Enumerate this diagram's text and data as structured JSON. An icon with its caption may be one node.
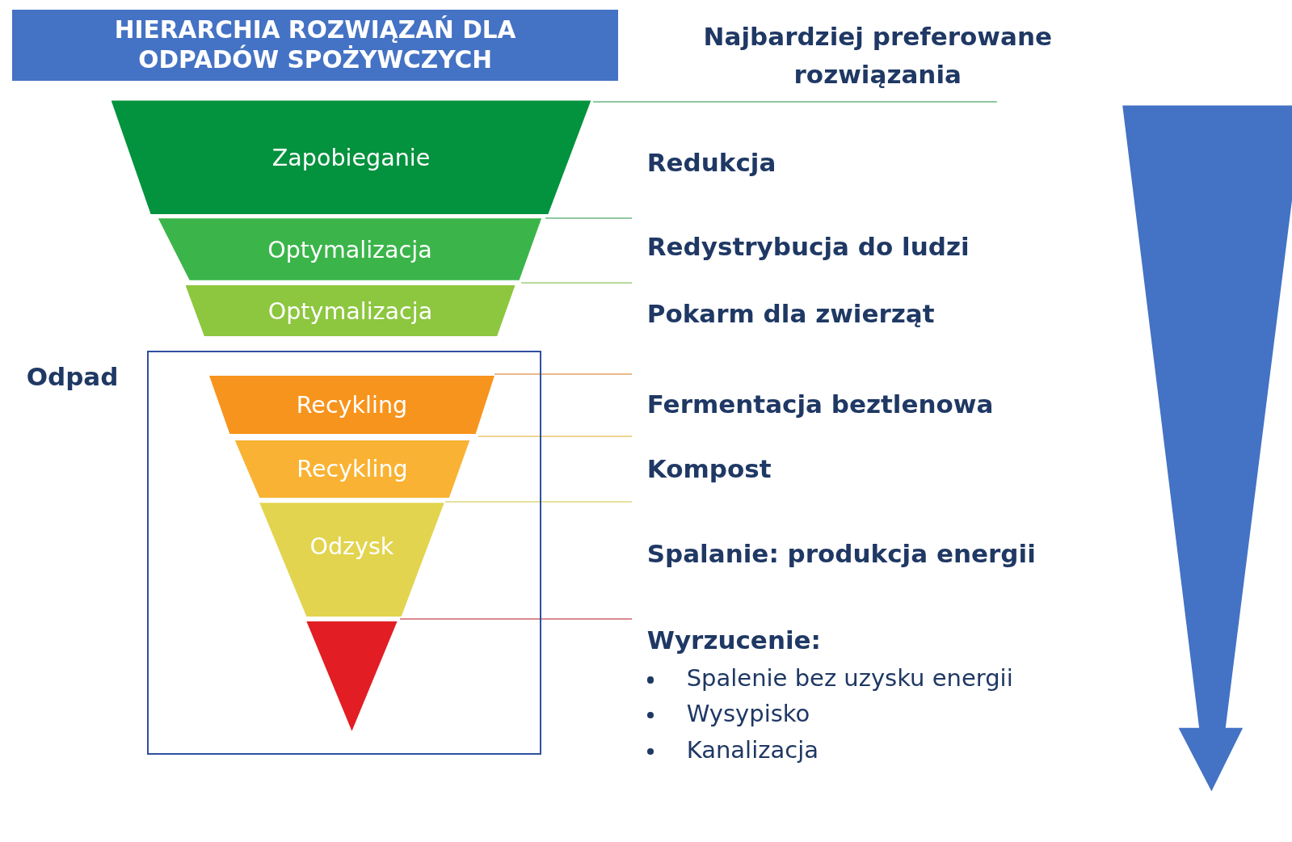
{
  "diagram": {
    "title": "HIERARCHIA ROZWIĄZAŃ DLA ODPADÓW SPOŻYWCZYCH",
    "nodes": [
      {
        "text": [
          "Zapobieganie"
        ]
      },
      {
        "text": [
          "Optymalizacja"
        ]
      },
      {
        "text": [
          "Optymalizacja"
        ]
      },
      {
        "text": [
          "Odpad"
        ]
      },
      {
        "text": [
          "Recykling"
        ],
        "in": 3
      },
      {
        "text": [
          "Recykling"
        ],
        "in": 3
      },
      {
        "text": [
          "Odzysk"
        ],
        "in": 3
      },
      {
        "text": [],
        "shape": "triangle",
        "in": 3
      }
    ],
    "edges": [],
    "labels": [
      "Najbardziej preferowane rozwiązania",
      "Redukcja",
      "Redystrybucja do ludzi",
      "Pokarm dla zwierząt",
      "Fermentacja beztlenowa",
      "Kompost",
      "Spalanie: produkcja energii",
      "Wyrzucenie:",
      "Spalenie bez uzysku energii",
      "Wysypisko",
      "Kanalizacja"
    ]
  }
}
